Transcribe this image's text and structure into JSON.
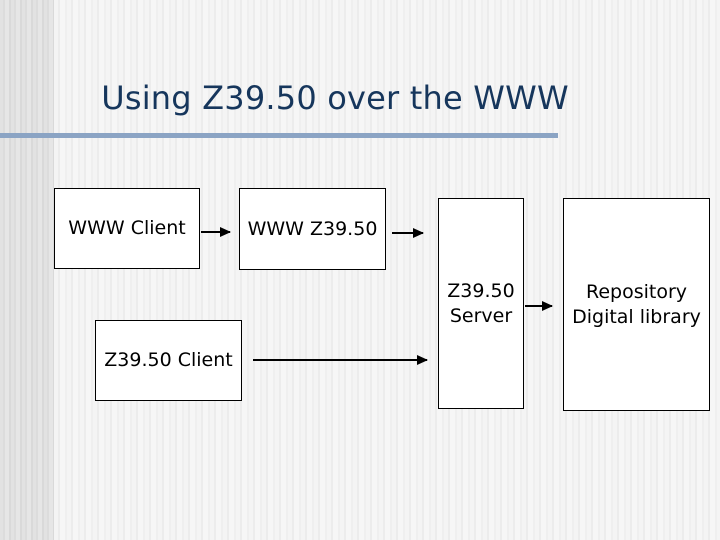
{
  "slide": {
    "title": "Using Z39.50 over the WWW",
    "colors": {
      "title_text": "#16365c",
      "title_rule": "#8ba4c4",
      "box_border": "#000000",
      "box_fill": "#ffffff",
      "box_text": "#000000",
      "background": "#f0f0f0"
    }
  },
  "diagram": {
    "boxes": [
      {
        "id": "www-client",
        "label": "WWW Client"
      },
      {
        "id": "www-z3950",
        "label": "WWW Z39.50"
      },
      {
        "id": "z3950-client",
        "label": "Z39.50 Client"
      },
      {
        "id": "z3950-server",
        "label": "Z39.50 Server"
      },
      {
        "id": "repository",
        "label": "Repository Digital library"
      }
    ],
    "arrows": [
      {
        "id": "arrow-1",
        "from": "www-client",
        "to": "www-z3950"
      },
      {
        "id": "arrow-2",
        "from": "www-z3950",
        "to": "z3950-server"
      },
      {
        "id": "arrow-3",
        "from": "z3950-server",
        "to": "repository"
      },
      {
        "id": "arrow-4",
        "from": "z3950-client",
        "to": "z3950-server"
      }
    ]
  }
}
